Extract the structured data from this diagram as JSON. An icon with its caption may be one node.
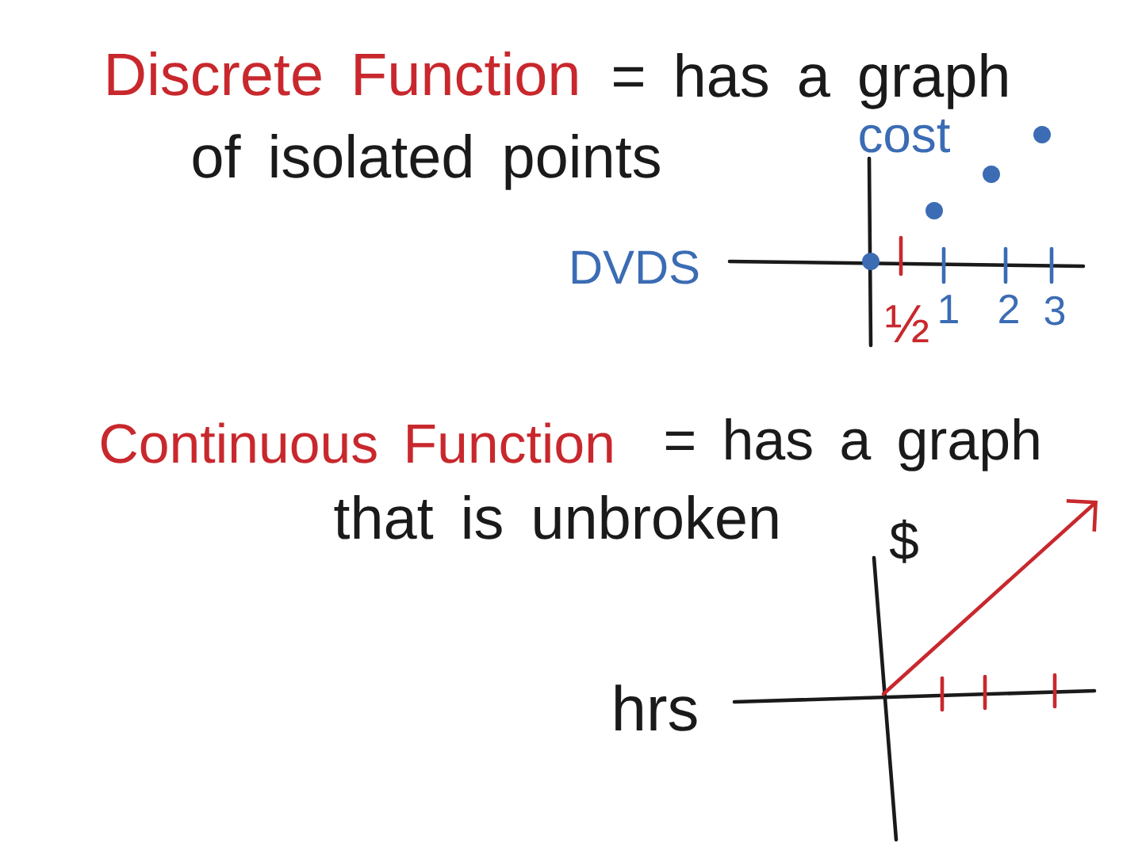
{
  "diagram": {
    "labels": [
      "Discrete Function",
      "= has a graph",
      "of isolated points",
      "cost",
      "DVDS",
      "½",
      "1",
      "2",
      "3",
      "Continuous Function",
      "= has a graph",
      "that is unbroken",
      "$",
      "hrs"
    ]
  }
}
